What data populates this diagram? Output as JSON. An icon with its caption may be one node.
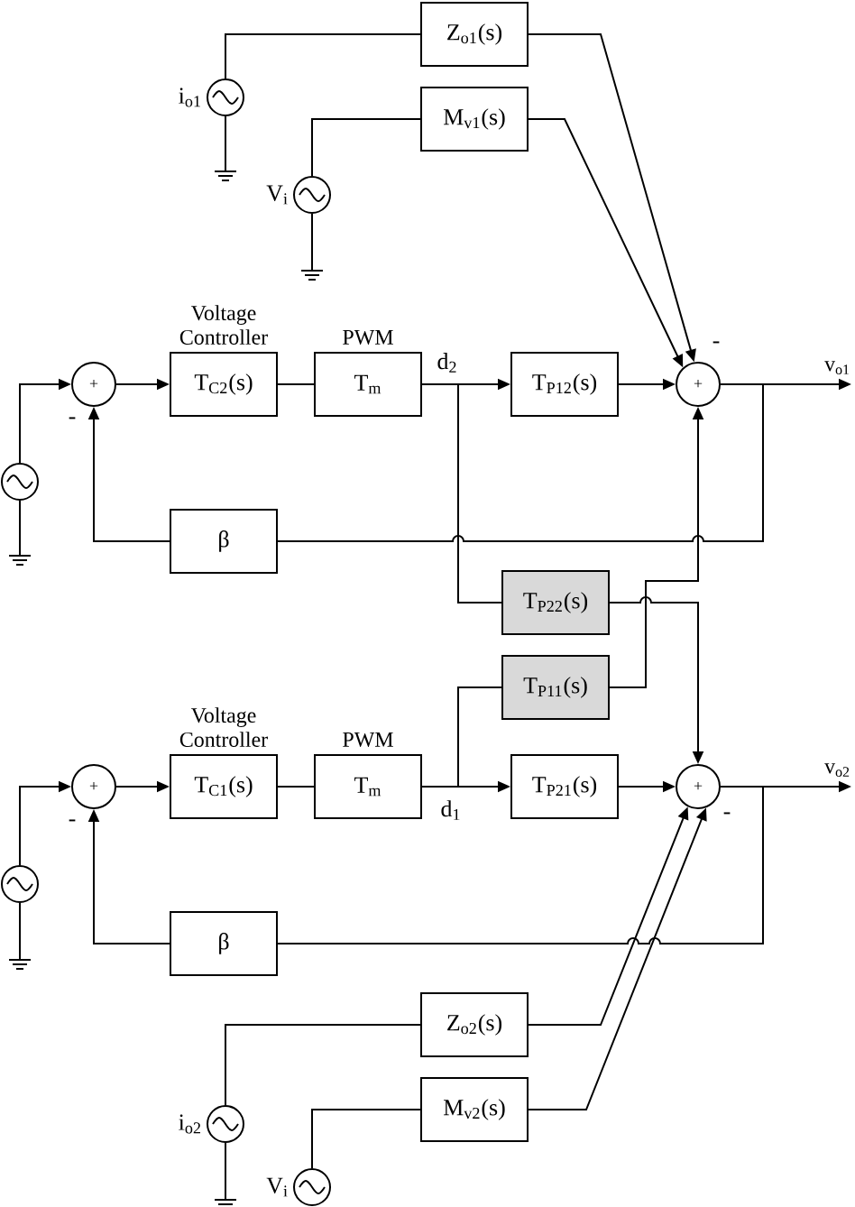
{
  "diagram": {
    "nodes": [
      {
        "text": [
          "Z$_{o1}$(s)"
        ]
      },
      {
        "text": [
          "M$_{v1}$(s)"
        ]
      },
      {
        "text": [],
        "shape": "circle",
        "beside": [
          "i$_{o1}$"
        ]
      },
      {
        "text": [],
        "shape": "circle",
        "beside": [
          "V$_{i}$"
        ]
      },
      {
        "text": [],
        "shape": "circle"
      },
      {
        "text": [
          "+"
        ]
      },
      {
        "text": [
          "Voltage Controller",
          "T$_{C2}$(s)"
        ]
      },
      {
        "text": [
          "PWM",
          "T$_{m}$"
        ]
      },
      {
        "text": [
          "T$_{P12}$(s)"
        ]
      },
      {
        "text": [
          "+"
        ]
      },
      {
        "text": [
          "v$_{o1}$"
        ]
      },
      {
        "text": [
          "β"
        ]
      },
      {
        "text": [
          "T$_{P22}$(s)"
        ]
      },
      {
        "text": [
          "T$_{P11}$(s)"
        ]
      },
      {
        "text": [],
        "shape": "circle"
      },
      {
        "text": [
          "+"
        ]
      },
      {
        "text": [
          "Voltage Controller",
          "T$_{C1}$(s)"
        ]
      },
      {
        "text": [
          "PWM",
          "T$_{m}$"
        ]
      },
      {
        "text": [
          "T$_{P21}$(s)"
        ]
      },
      {
        "text": [
          "+"
        ]
      },
      {
        "text": [
          "v$_{o2}$"
        ]
      },
      {
        "text": [
          "β"
        ]
      },
      {
        "text": [
          "Z$_{o2}$(s)"
        ]
      },
      {
        "text": [
          "M$_{v2}$(s)"
        ]
      },
      {
        "text": [],
        "shape": "circle",
        "beside": [
          "i$_{o2}$"
        ]
      },
      {
        "text": [],
        "shape": "circle",
        "beside": [
          "V$_{i}$"
        ]
      }
    ],
    "edges": [
      {
        "from": 2,
        "to": 0,
        "arrow": "none"
      },
      {
        "from": 3,
        "to": 1,
        "arrow": "none"
      },
      {
        "from": 0,
        "to": 9,
        "arrow": "to"
      },
      {
        "from": 1,
        "to": 9,
        "arrow": "to"
      },
      {
        "from": 4,
        "to": 5,
        "arrow": "to"
      },
      {
        "from": 5,
        "to": 6,
        "arrow": "to"
      },
      {
        "from": 6,
        "to": 7,
        "arrow": "none"
      },
      {
        "from": 7,
        "to": 8,
        "arrow": "to",
        "label": "d$_{2}$"
      },
      {
        "from": 8,
        "to": 9,
        "arrow": "to"
      },
      {
        "from": 9,
        "to": 10,
        "arrow": "to"
      },
      {
        "from": 9,
        "to": 11,
        "arrow": "none"
      },
      {
        "from": 11,
        "to": 5,
        "arrow": "to"
      },
      {
        "from": 7,
        "to": 12,
        "arrow": "none"
      },
      {
        "from": 12,
        "to": 19,
        "arrow": "to"
      },
      {
        "from": 13,
        "to": 9,
        "arrow": "to"
      },
      {
        "from": 14,
        "to": 15,
        "arrow": "to"
      },
      {
        "from": 15,
        "to": 16,
        "arrow": "to"
      },
      {
        "from": 16,
        "to": 17,
        "arrow": "none"
      },
      {
        "from": 17,
        "to": 18,
        "arrow": "to",
        "label": "d$_{1}$"
      },
      {
        "from": 18,
        "to": 19,
        "arrow": "to"
      },
      {
        "from": 19,
        "to": 20,
        "arrow": "to"
      },
      {
        "from": 19,
        "to": 21,
        "arrow": "none"
      },
      {
        "from": 21,
        "to": 15,
        "arrow": "to"
      },
      {
        "from": 17,
        "to": 13,
        "arrow": "none"
      },
      {
        "from": 22,
        "to": 19,
        "arrow": "to"
      },
      {
        "from": 23,
        "to": 19,
        "arrow": "to"
      },
      {
        "from": 24,
        "to": 22,
        "arrow": "none"
      },
      {
        "from": 25,
        "to": 23,
        "arrow": "none"
      }
    ],
    "labels": [
      "-",
      "-",
      "-",
      "-"
    ]
  }
}
